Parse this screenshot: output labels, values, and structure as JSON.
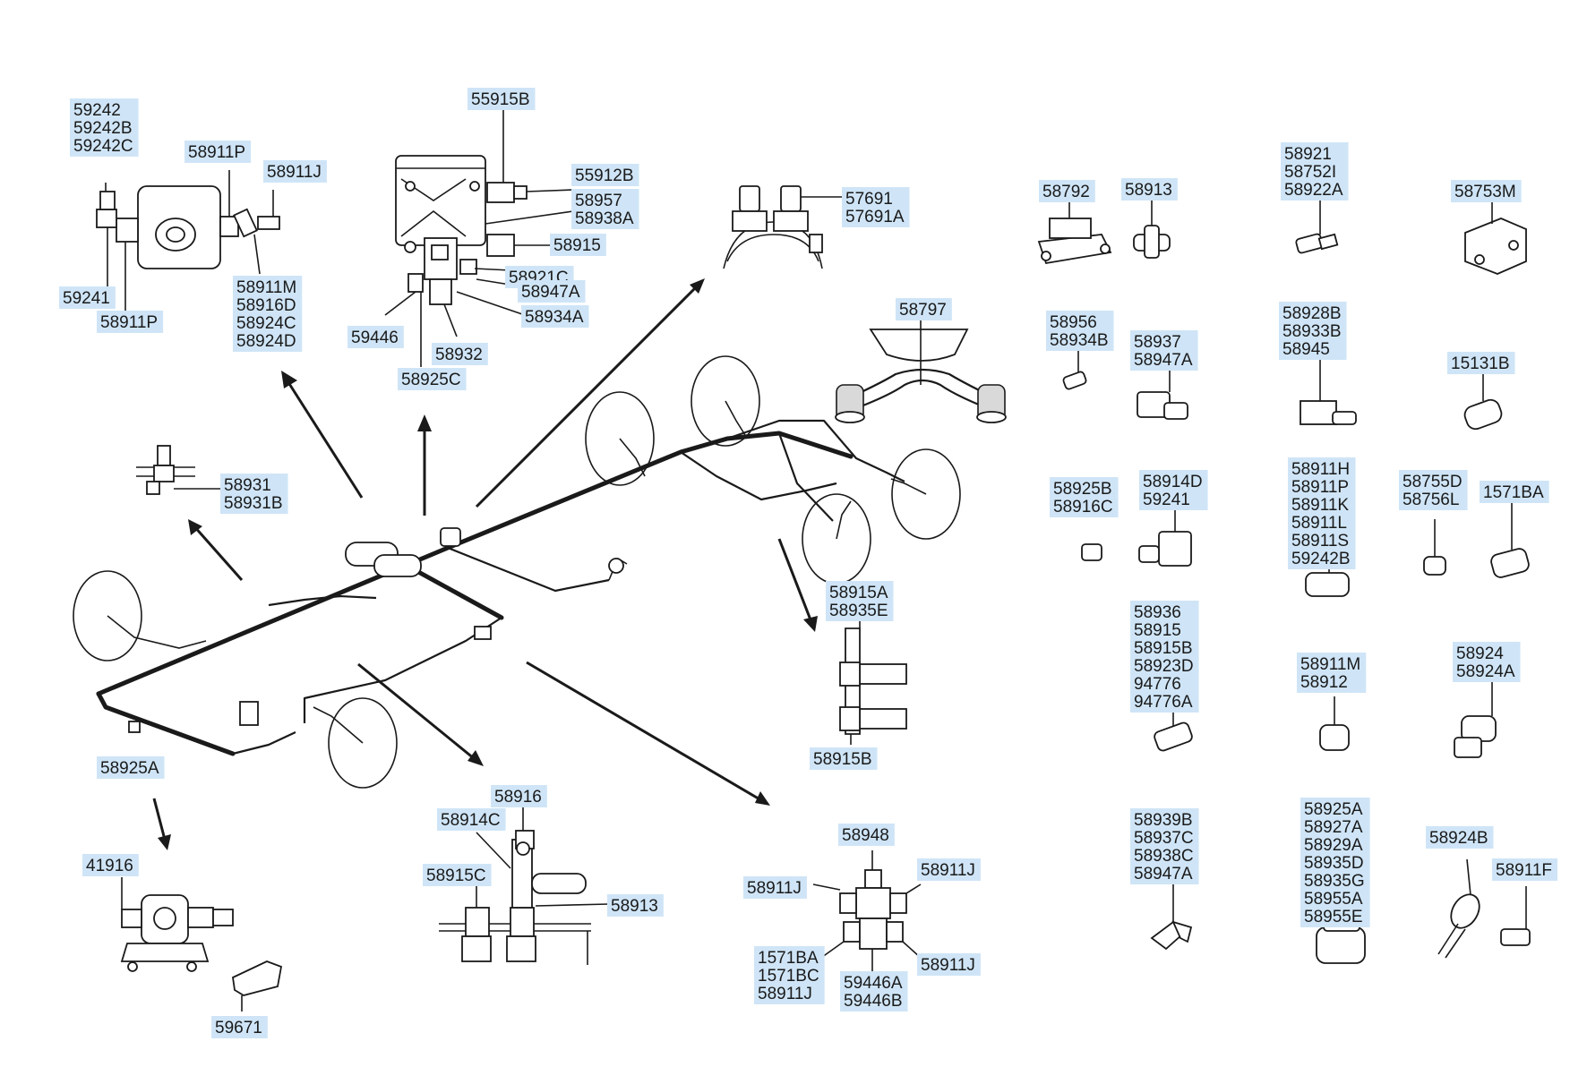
{
  "groups": [
    {
      "id": "pump-left",
      "labels": [
        "59242",
        "59242B",
        "59242C"
      ]
    },
    {
      "id": "pump-left-2",
      "labels": [
        "58911P"
      ]
    },
    {
      "id": "pump-left-3",
      "labels": [
        "58911J"
      ]
    },
    {
      "id": "pump-left-4",
      "labels": [
        "59241"
      ]
    },
    {
      "id": "pump-left-5",
      "labels": [
        "58911P"
      ]
    },
    {
      "id": "pump-left-6",
      "labels": [
        "58911M",
        "58916D",
        "58924C",
        "58924D"
      ]
    },
    {
      "id": "valve-top-1",
      "labels": [
        "55915B"
      ]
    },
    {
      "id": "valve-top-2",
      "labels": [
        "55912B"
      ]
    },
    {
      "id": "valve-top-3",
      "labels": [
        "58957",
        "58938A"
      ]
    },
    {
      "id": "valve-top-4",
      "labels": [
        "58915"
      ]
    },
    {
      "id": "valve-top-5",
      "labels": [
        "58921C"
      ]
    },
    {
      "id": "valve-top-6",
      "labels": [
        "58947A"
      ]
    },
    {
      "id": "valve-top-7",
      "labels": [
        "58934A"
      ]
    },
    {
      "id": "valve-top-8",
      "labels": [
        "59446"
      ]
    },
    {
      "id": "valve-top-9",
      "labels": [
        "58932"
      ]
    },
    {
      "id": "valve-top-10",
      "labels": [
        "58925C"
      ]
    },
    {
      "id": "clamp",
      "labels": [
        "57691",
        "57691A"
      ]
    },
    {
      "id": "axle",
      "labels": [
        "58797"
      ]
    },
    {
      "id": "switch-left",
      "labels": [
        "58931",
        "58931B"
      ]
    },
    {
      "id": "frame-clip",
      "labels": [
        "58925A"
      ]
    },
    {
      "id": "bracket-right-1",
      "labels": [
        "58915A",
        "58935E"
      ]
    },
    {
      "id": "bracket-right-2",
      "labels": [
        "58915B"
      ]
    },
    {
      "id": "sensor",
      "labels": [
        "41916"
      ]
    },
    {
      "id": "bracket",
      "labels": [
        "59671"
      ]
    },
    {
      "id": "tee-1",
      "labels": [
        "58916"
      ]
    },
    {
      "id": "tee-2",
      "labels": [
        "58914C"
      ]
    },
    {
      "id": "tee-3",
      "labels": [
        "58915C"
      ]
    },
    {
      "id": "tee-4",
      "labels": [
        "58913"
      ]
    },
    {
      "id": "cross-1",
      "labels": [
        "58948"
      ]
    },
    {
      "id": "cross-2",
      "labels": [
        "58911J"
      ]
    },
    {
      "id": "cross-3",
      "labels": [
        "58911J"
      ]
    },
    {
      "id": "cross-4",
      "labels": [
        "1571BA",
        "1571BC",
        "58911J"
      ]
    },
    {
      "id": "cross-5",
      "labels": [
        "59446A",
        "59446B"
      ]
    },
    {
      "id": "cross-6",
      "labels": [
        "58911J"
      ]
    },
    {
      "id": "g-58792",
      "labels": [
        "58792"
      ]
    },
    {
      "id": "g-58913",
      "labels": [
        "58913"
      ]
    },
    {
      "id": "g-58921",
      "labels": [
        "58921",
        "58752I",
        "58922A"
      ]
    },
    {
      "id": "g-58753M",
      "labels": [
        "58753M"
      ]
    },
    {
      "id": "g-58956",
      "labels": [
        "58956",
        "58934B"
      ]
    },
    {
      "id": "g-58937",
      "labels": [
        "58937",
        "58947A"
      ]
    },
    {
      "id": "g-58928B",
      "labels": [
        "58928B",
        "58933B",
        "58945"
      ]
    },
    {
      "id": "g-15131B",
      "labels": [
        "15131B"
      ]
    },
    {
      "id": "g-58925B",
      "labels": [
        "58925B",
        "58916C"
      ]
    },
    {
      "id": "g-58914D",
      "labels": [
        "58914D",
        "59241"
      ]
    },
    {
      "id": "g-58911H",
      "labels": [
        "58911H",
        "58911P",
        "58911K",
        "58911L",
        "58911S",
        "59242B"
      ]
    },
    {
      "id": "g-58755D",
      "labels": [
        "58755D",
        "58756L"
      ]
    },
    {
      "id": "g-1571BA",
      "labels": [
        "1571BA"
      ]
    },
    {
      "id": "g-58936",
      "labels": [
        "58936",
        "58915",
        "58915B",
        "58923D",
        "94776",
        "94776A"
      ]
    },
    {
      "id": "g-58911M",
      "labels": [
        "58911M",
        "58912"
      ]
    },
    {
      "id": "g-58924",
      "labels": [
        "58924",
        "58924A"
      ]
    },
    {
      "id": "g-58939B",
      "labels": [
        "58939B",
        "58937C",
        "58938C",
        "58947A"
      ]
    },
    {
      "id": "g-58925A",
      "labels": [
        "58925A",
        "58927A",
        "58929A",
        "58935D",
        "58935G",
        "58955A",
        "58955E"
      ]
    },
    {
      "id": "g-58924B",
      "labels": [
        "58924B"
      ]
    },
    {
      "id": "g-58911F",
      "labels": [
        "58911F"
      ]
    }
  ],
  "colors": {
    "label_highlight": "#cfe5f7",
    "ink": "#1a1a1a",
    "paper": "#ffffff"
  }
}
